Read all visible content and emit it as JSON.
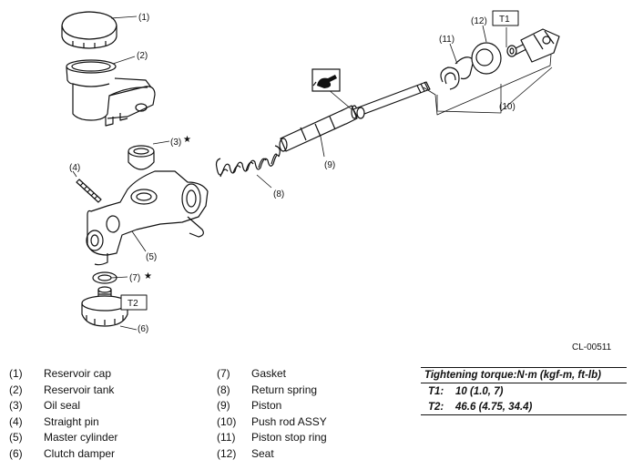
{
  "figure": {
    "code": "CL-00511",
    "callouts": [
      "(1)",
      "(2)",
      "(3)",
      "(4)",
      "(5)",
      "(6)",
      "(7)",
      "(8)",
      "(9)",
      "(10)",
      "(11)",
      "(12)"
    ],
    "star": "★",
    "torque_tags": [
      "T1",
      "T2"
    ]
  },
  "legend": {
    "left": [
      {
        "num": "(1)",
        "label": "Reservoir cap"
      },
      {
        "num": "(2)",
        "label": "Reservoir tank"
      },
      {
        "num": "(3)",
        "label": "Oil seal"
      },
      {
        "num": "(4)",
        "label": "Straight pin"
      },
      {
        "num": "(5)",
        "label": "Master cylinder"
      },
      {
        "num": "(6)",
        "label": "Clutch damper"
      }
    ],
    "right": [
      {
        "num": "(7)",
        "label": "Gasket"
      },
      {
        "num": "(8)",
        "label": "Return spring"
      },
      {
        "num": "(9)",
        "label": "Piston"
      },
      {
        "num": "(10)",
        "label": "Push rod ASSY"
      },
      {
        "num": "(11)",
        "label": "Piston stop ring"
      },
      {
        "num": "(12)",
        "label": "Seat"
      }
    ]
  },
  "torque": {
    "title": "Tightening torque:N·m (kgf-m, ft-lb)",
    "rows": [
      {
        "label": "T1:",
        "value": "10 (1.0, 7)"
      },
      {
        "label": "T2:",
        "value": "46.6 (4.75, 34.4)"
      }
    ]
  }
}
